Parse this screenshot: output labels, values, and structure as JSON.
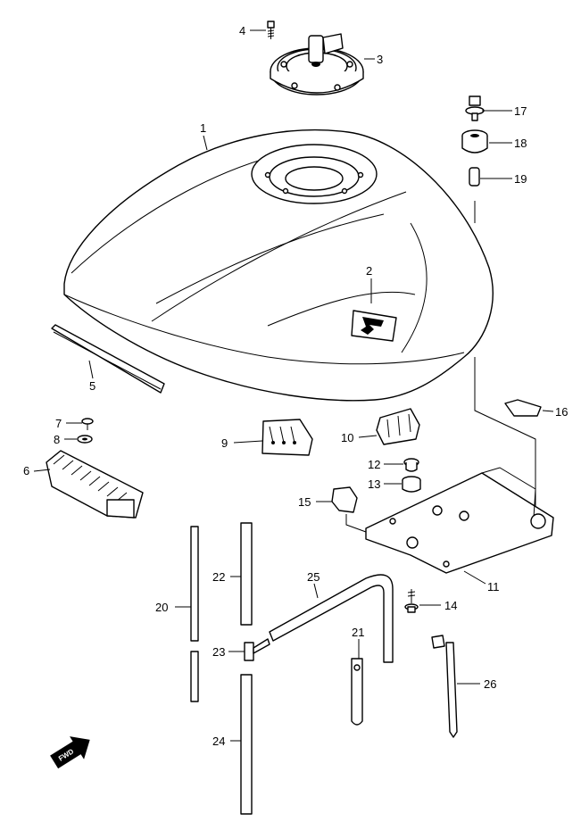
{
  "parts": [
    {
      "id": "1",
      "label": "1"
    },
    {
      "id": "2",
      "label": "2"
    },
    {
      "id": "3",
      "label": "3"
    },
    {
      "id": "4",
      "label": "4"
    },
    {
      "id": "5",
      "label": "5"
    },
    {
      "id": "6",
      "label": "6"
    },
    {
      "id": "7",
      "label": "7"
    },
    {
      "id": "8",
      "label": "8"
    },
    {
      "id": "9",
      "label": "9"
    },
    {
      "id": "10",
      "label": "10"
    },
    {
      "id": "11",
      "label": "11"
    },
    {
      "id": "12",
      "label": "12"
    },
    {
      "id": "13",
      "label": "13"
    },
    {
      "id": "14",
      "label": "14"
    },
    {
      "id": "15",
      "label": "15"
    },
    {
      "id": "16",
      "label": "16"
    },
    {
      "id": "17",
      "label": "17"
    },
    {
      "id": "18",
      "label": "18"
    },
    {
      "id": "19",
      "label": "19"
    },
    {
      "id": "20",
      "label": "20"
    },
    {
      "id": "21",
      "label": "21"
    },
    {
      "id": "22",
      "label": "22"
    },
    {
      "id": "23",
      "label": "23"
    },
    {
      "id": "24",
      "label": "24"
    },
    {
      "id": "25",
      "label": "25"
    },
    {
      "id": "26",
      "label": "26"
    }
  ],
  "direction_marker": {
    "text": "FWD",
    "icon": "forward-arrow-icon"
  }
}
